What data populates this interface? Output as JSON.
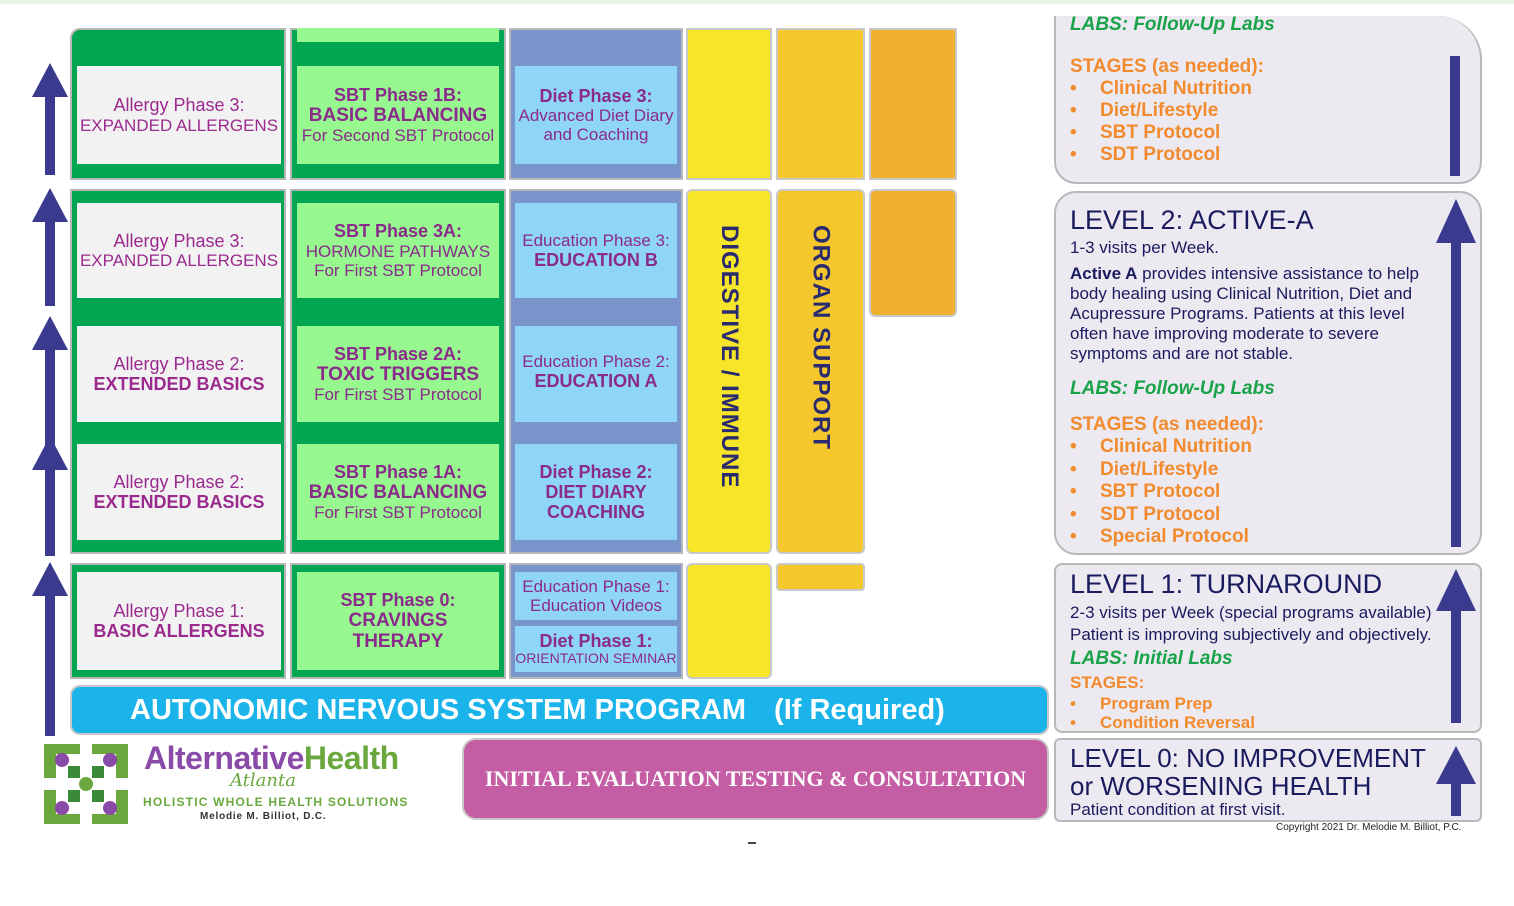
{
  "columns": {
    "allergy": [
      {
        "line1": "Allergy Phase 3:",
        "line2": "EXPANDED ALLERGENS"
      },
      {
        "line1": "Allergy Phase 3:",
        "line2": "EXPANDED ALLERGENS"
      },
      {
        "line1": "Allergy Phase 2:",
        "line2": "EXTENDED BASICS"
      },
      {
        "line1": "Allergy Phase 2:",
        "line2": "EXTENDED BASICS"
      },
      {
        "line1": "Allergy Phase 1:",
        "line2": "BASIC ALLERGENS"
      }
    ],
    "sbt": [
      {
        "line1": "SBT Phase 1B:",
        "line2": "BASIC BALANCING",
        "line3": "For Second SBT Protocol"
      },
      {
        "line1": "SBT  Phase 3A:",
        "line2": "HORMONE PATHWAYS",
        "line3": "For First SBT Protocol"
      },
      {
        "line1": "SBT Phase 2A:",
        "line2": "TOXIC TRIGGERS",
        "line3": "For First SBT Protocol"
      },
      {
        "line1": "SBT Phase 1A:",
        "line2": "BASIC BALANCING",
        "line3": "For First SBT Protocol"
      },
      {
        "line1": "SBT Phase 0:",
        "line2": "CRAVINGS",
        "line3": "THERAPY"
      }
    ],
    "education": [
      {
        "line1": "Diet Phase 3:",
        "line2": "Advanced Diet Diary",
        "line3": "and Coaching"
      },
      {
        "line1": "Education Phase 3:",
        "line2": "EDUCATION B"
      },
      {
        "line1": "Education Phase 2:",
        "line2": "EDUCATION A"
      },
      {
        "line1": "Diet Phase 2:",
        "line2": "DIET DIARY",
        "line3": "COACHING"
      },
      {
        "line1": "Education Phase 1:",
        "line2": "Education Videos"
      },
      {
        "line1": "Diet Phase 1:",
        "line2": "ORIENTATION SEMINAR"
      }
    ],
    "digestive_label": "DIGESTIVE / IMMUNE",
    "organ_label": "ORGAN SUPPORT"
  },
  "ans_program": {
    "title": "AUTONOMIC NERVOUS SYSTEM PROGRAM",
    "suffix": "(If Required)"
  },
  "initial_eval": "INITIAL EVALUATION TESTING & CONSULTATION",
  "logo": {
    "word1": "Alternative",
    "word2": "Health",
    "script": "Atlanta",
    "tagline": "HOLISTIC WHOLE HEALTH SOLUTIONS",
    "doctor": "Melodie M. Billiot, D.C."
  },
  "levels": {
    "top": {
      "labs": "LABS: Follow-Up Labs",
      "stages_title": "STAGES (as needed):",
      "stages": [
        "Clinical Nutrition",
        "Diet/Lifestyle",
        "SBT Protocol",
        "SDT Protocol"
      ]
    },
    "level2": {
      "title": "LEVEL 2: ACTIVE-A",
      "visits": "1-3 visits per Week.",
      "desc_bold": "Active A",
      "desc": " provides intensive assistance to help body healing using Clinical Nutrition, Diet and Acupressure Programs. Patients at this level often have improving moderate to severe symptoms and are not stable.",
      "labs": "LABS: Follow-Up Labs",
      "stages_title": "STAGES (as needed):",
      "stages": [
        "Clinical Nutrition",
        "Diet/Lifestyle",
        "SBT Protocol",
        "SDT Protocol",
        "Special Protocol"
      ]
    },
    "level1": {
      "title": "LEVEL 1: TURNAROUND",
      "visits": "2-3 visits per Week (special programs available)",
      "desc": "Patient is improving subjectively and objectively.",
      "labs": "LABS: Initial Labs",
      "stages_title": "STAGES:",
      "stages": [
        "Program Prep",
        "Condition Reversal"
      ]
    },
    "level0": {
      "title_line1": "LEVEL 0: NO IMPROVEMENT",
      "title_line2": "or WORSENING HEALTH",
      "desc": "Patient condition at first visit."
    }
  },
  "copyright": "Copyright 2021 Dr. Melodie M. Billiot, P.C.",
  "colors": {
    "green_frame": "#00a651",
    "light_green": "#98f890",
    "light_blue": "#8fd6f6",
    "blue_frame": "#7a94cc",
    "yellow": "#f7e52a",
    "gold": "#f4c82c",
    "orange_col": "#f0b030",
    "ans_blue": "#1ab3ea",
    "eval_pink": "#c45da4",
    "arrow_navy": "#3a3a8f",
    "text_purple": "#9b2a8f",
    "stage_orange": "#f28a2e",
    "labs_green": "#1aa34a"
  }
}
